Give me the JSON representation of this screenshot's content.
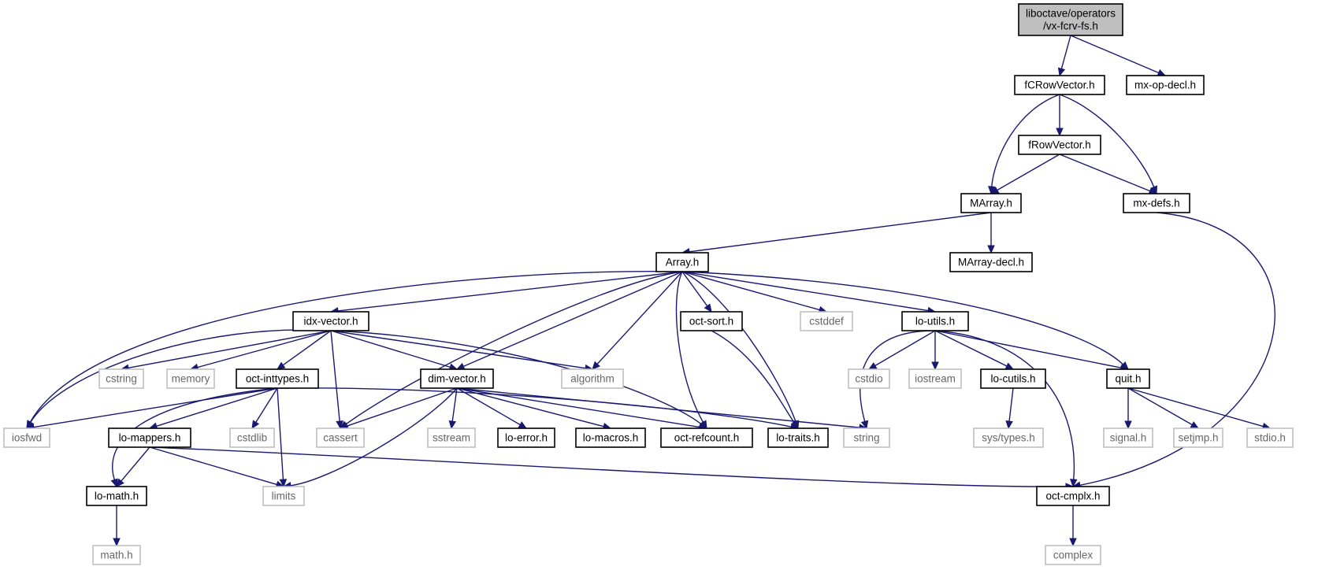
{
  "diagram": {
    "root": {
      "line1": "liboctave/operators",
      "line2": "/vx-fcrv-fs.h"
    },
    "nodes": {
      "fCRowVector": "fCRowVector.h",
      "mxopdecl": "mx-op-decl.h",
      "fRowVector": "fRowVector.h",
      "MArray": "MArray.h",
      "mxdefs": "mx-defs.h",
      "Array": "Array.h",
      "MArraydecl": "MArray-decl.h",
      "idxvector": "idx-vector.h",
      "octsort": "oct-sort.h",
      "cstddef": "cstddef",
      "loutils": "lo-utils.h",
      "cstring": "cstring",
      "memory": "memory",
      "octinttypes": "oct-inttypes.h",
      "algorithm": "algorithm",
      "dimvector": "dim-vector.h",
      "cstdio": "cstdio",
      "iostream": "iostream",
      "locutils": "lo-cutils.h",
      "quit": "quit.h",
      "iosfwd": "iosfwd",
      "lomappers": "lo-mappers.h",
      "cstdlib": "cstdlib",
      "cassert": "cassert",
      "sstream": "sstream",
      "loerror": "lo-error.h",
      "lomacros": "lo-macros.h",
      "octrefcount": "oct-refcount.h",
      "lotraits": "lo-traits.h",
      "string": "string",
      "systypes": "sys/types.h",
      "signal": "signal.h",
      "setjmp": "setjmp.h",
      "stdio": "stdio.h",
      "lomath": "lo-math.h",
      "limits": "limits",
      "octcmplx": "oct-cmplx.h",
      "mathh": "math.h",
      "complex": "complex"
    },
    "colors": {
      "edge": "#191970",
      "root_fill": "#bfbfbf",
      "project_border": "#000000",
      "system_border": "#bfbfbf",
      "system_text": "#666666"
    }
  }
}
